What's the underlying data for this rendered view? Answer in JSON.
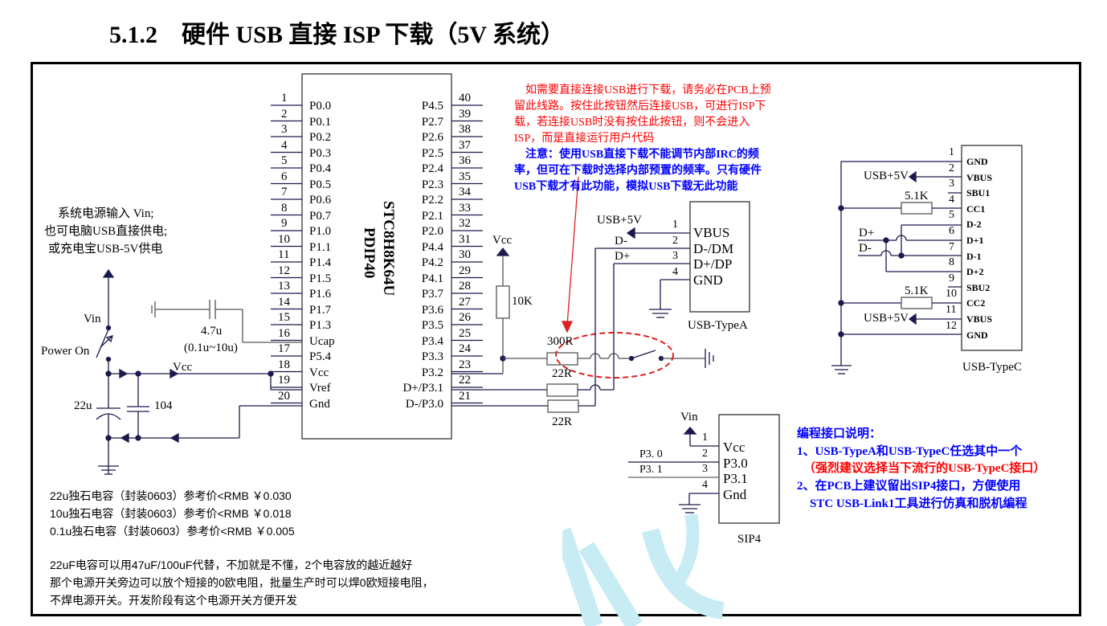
{
  "title": "5.1.2    硬件 USB 直接 ISP 下载（5V 系统）",
  "chip": {
    "name": "STC8H8K64U",
    "package": "PDIP40",
    "left_pins": [
      {
        "num": "1",
        "name": "P0.0"
      },
      {
        "num": "2",
        "name": "P0.1"
      },
      {
        "num": "3",
        "name": "P0.2"
      },
      {
        "num": "4",
        "name": "P0.3"
      },
      {
        "num": "5",
        "name": "P0.4"
      },
      {
        "num": "6",
        "name": "P0.5"
      },
      {
        "num": "7",
        "name": "P0.6"
      },
      {
        "num": "8",
        "name": "P0.7"
      },
      {
        "num": "9",
        "name": "P1.0"
      },
      {
        "num": "10",
        "name": "P1.1"
      },
      {
        "num": "11",
        "name": "P1.4"
      },
      {
        "num": "12",
        "name": "P1.5"
      },
      {
        "num": "13",
        "name": "P1.6"
      },
      {
        "num": "14",
        "name": "P1.7"
      },
      {
        "num": "15",
        "name": "P1.3"
      },
      {
        "num": "16",
        "name": "Ucap"
      },
      {
        "num": "17",
        "name": "P5.4"
      },
      {
        "num": "18",
        "name": "Vcc"
      },
      {
        "num": "19",
        "name": "Vref"
      },
      {
        "num": "20",
        "name": "Gnd"
      }
    ],
    "right_pins": [
      {
        "num": "40",
        "name": "P4.5"
      },
      {
        "num": "39",
        "name": "P2.7"
      },
      {
        "num": "38",
        "name": "P2.6"
      },
      {
        "num": "37",
        "name": "P2.5"
      },
      {
        "num": "36",
        "name": "P2.4"
      },
      {
        "num": "35",
        "name": "P2.3"
      },
      {
        "num": "34",
        "name": "P2.2"
      },
      {
        "num": "33",
        "name": "P2.1"
      },
      {
        "num": "32",
        "name": "P2.0"
      },
      {
        "num": "31",
        "name": "P4.4"
      },
      {
        "num": "30",
        "name": "P4.2"
      },
      {
        "num": "29",
        "name": "P4.1"
      },
      {
        "num": "28",
        "name": "P3.7"
      },
      {
        "num": "27",
        "name": "P3.6"
      },
      {
        "num": "26",
        "name": "P3.5"
      },
      {
        "num": "25",
        "name": "P3.4"
      },
      {
        "num": "24",
        "name": "P3.3"
      },
      {
        "num": "23",
        "name": "P3.2"
      },
      {
        "num": "22",
        "name": "D+/P3.1"
      },
      {
        "num": "21",
        "name": "D-/P3.0"
      }
    ]
  },
  "power": {
    "desc": [
      "系统电源输入 Vin;",
      "也可电脑USB直接供电;",
      "或充电宝USB-5V供电"
    ],
    "vin_label": "Vin",
    "switch_label": "Power On",
    "vcc_label": "Vcc",
    "cap_22u": "22u",
    "cap_104": "104",
    "ucap_value": "4.7u",
    "ucap_range": "(0.1u~10u)"
  },
  "isp_circuit": {
    "vcc_label": "Vcc",
    "pullup": "10K",
    "r300": "300R",
    "r22_top": "22R",
    "r22_bottom": "22R"
  },
  "usb_a": {
    "name": "USB-TypeA",
    "net_5v": "USB+5V",
    "net_dm": "D-",
    "net_dp": "D+",
    "pins": [
      {
        "num": "1",
        "name": "VBUS"
      },
      {
        "num": "2",
        "name": "D-/DM"
      },
      {
        "num": "3",
        "name": "D+/DP"
      },
      {
        "num": "4",
        "name": "GND"
      }
    ]
  },
  "usb_c": {
    "name": "USB-TypeC",
    "net_5v": "USB+5V",
    "net_dp": "D+",
    "net_dm": "D-",
    "res1": "5.1K",
    "res2": "5.1K",
    "pins": [
      {
        "num": "1",
        "name": "GND"
      },
      {
        "num": "2",
        "name": "VBUS"
      },
      {
        "num": "3",
        "name": "SBU1"
      },
      {
        "num": "4",
        "name": "CC1"
      },
      {
        "num": "5",
        "name": "D-2"
      },
      {
        "num": "6",
        "name": "D+1"
      },
      {
        "num": "7",
        "name": "D-1"
      },
      {
        "num": "8",
        "name": "D+2"
      },
      {
        "num": "9",
        "name": "SBU2"
      },
      {
        "num": "10",
        "name": "CC2"
      },
      {
        "num": "11",
        "name": "VBUS"
      },
      {
        "num": "12",
        "name": "GND"
      }
    ]
  },
  "sip4": {
    "name": "SIP4",
    "vin_label": "Vin",
    "net_p30": "P3. 0",
    "net_p31": "P3. 1",
    "pins": [
      {
        "num": "1",
        "name": "Vcc"
      },
      {
        "num": "2",
        "name": "P3.0"
      },
      {
        "num": "3",
        "name": "P3.1"
      },
      {
        "num": "4",
        "name": "Gnd"
      }
    ]
  },
  "red_note": [
    "如需要直接连接USB进行下载，请务必在PCB上预",
    "留此线路。按住此按钮然后连接USB，可进行ISP下",
    "载，若连接USB时没有按住此按钮，则不会进入",
    "ISP，而是直接运行用户代码"
  ],
  "blue_note": [
    "注意：使用USB直接下载不能调节内部IRC的频",
    "率，但可在下载时选择内部预置的频率。只有硬件",
    "USB下载才有此功能，模拟USB下载无此功能"
  ],
  "prog_note": {
    "title": "编程接口说明：",
    "line1": "1、USB-TypeA和USB-TypeC任选其中一个",
    "line2": "（强烈建议选择当下流行的USB-TypeC接口）",
    "line3": "2、在PCB上建议留出SIP4接口，方便使用",
    "line4": "STC USB-Link1工具进行仿真和脱机编程"
  },
  "price_notes": [
    "22u独石电容（封装0603）参考价<RMB ￥0.030",
    "10u独石电容（封装0603）参考价<RMB ￥0.018",
    "0.1u独石电容（封装0603）参考价<RMB ￥0.005"
  ],
  "cap_notes": [
    "22uF电容可以用47uF/100uF代替，不加就是不懂，2个电容放的越近越好",
    "那个电源开关旁边可以放个短接的0欧电阻，批量生产时可以焊0欧短接电阻，",
    "不焊电源开关。开发阶段有这个电源开关方便开发"
  ],
  "colors": {
    "wire": "#1a1a4e",
    "red": "#ff0000",
    "blue": "#0000ff",
    "watermark": "#c8ecf4"
  }
}
